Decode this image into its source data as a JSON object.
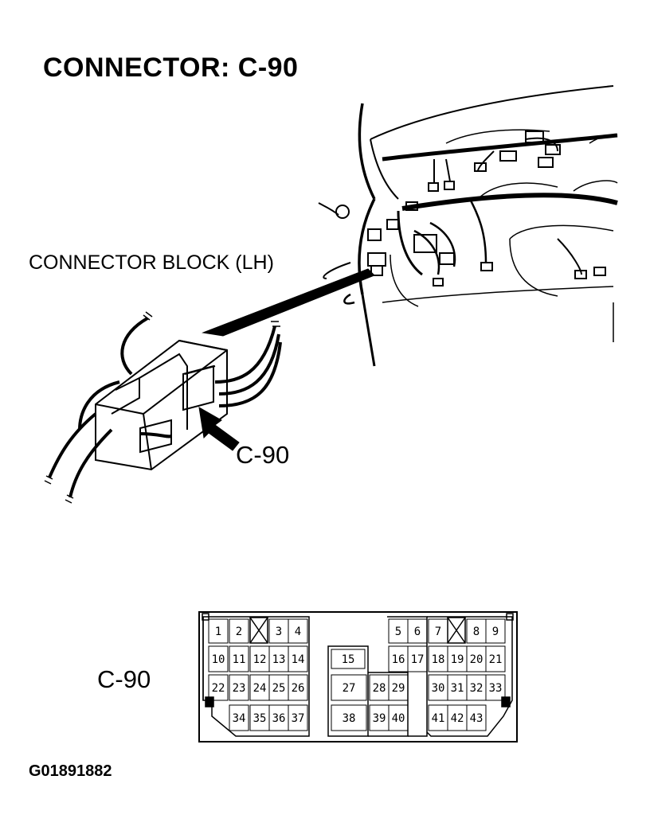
{
  "title": "CONNECTOR: C-90",
  "connector_block_label": "CONNECTOR BLOCK (LH)",
  "arrow_label": "C-90",
  "face_label": "C-90",
  "figure_id": "G01891882",
  "pins": [
    {
      "n": "1"
    },
    {
      "n": "2"
    },
    {
      "n": "3"
    },
    {
      "n": "4"
    },
    {
      "n": "5"
    },
    {
      "n": "6"
    },
    {
      "n": "7"
    },
    {
      "n": "8"
    },
    {
      "n": "9"
    },
    {
      "n": "10"
    },
    {
      "n": "11"
    },
    {
      "n": "12"
    },
    {
      "n": "13"
    },
    {
      "n": "14"
    },
    {
      "n": "15"
    },
    {
      "n": "16"
    },
    {
      "n": "17"
    },
    {
      "n": "18"
    },
    {
      "n": "19"
    },
    {
      "n": "20"
    },
    {
      "n": "21"
    },
    {
      "n": "22"
    },
    {
      "n": "23"
    },
    {
      "n": "24"
    },
    {
      "n": "25"
    },
    {
      "n": "26"
    },
    {
      "n": "27"
    },
    {
      "n": "28"
    },
    {
      "n": "29"
    },
    {
      "n": "30"
    },
    {
      "n": "31"
    },
    {
      "n": "32"
    },
    {
      "n": "33"
    },
    {
      "n": "34"
    },
    {
      "n": "35"
    },
    {
      "n": "36"
    },
    {
      "n": "37"
    },
    {
      "n": "38"
    },
    {
      "n": "39"
    },
    {
      "n": "40"
    },
    {
      "n": "41"
    },
    {
      "n": "42"
    },
    {
      "n": "43"
    }
  ],
  "blank_cavities": 2
}
